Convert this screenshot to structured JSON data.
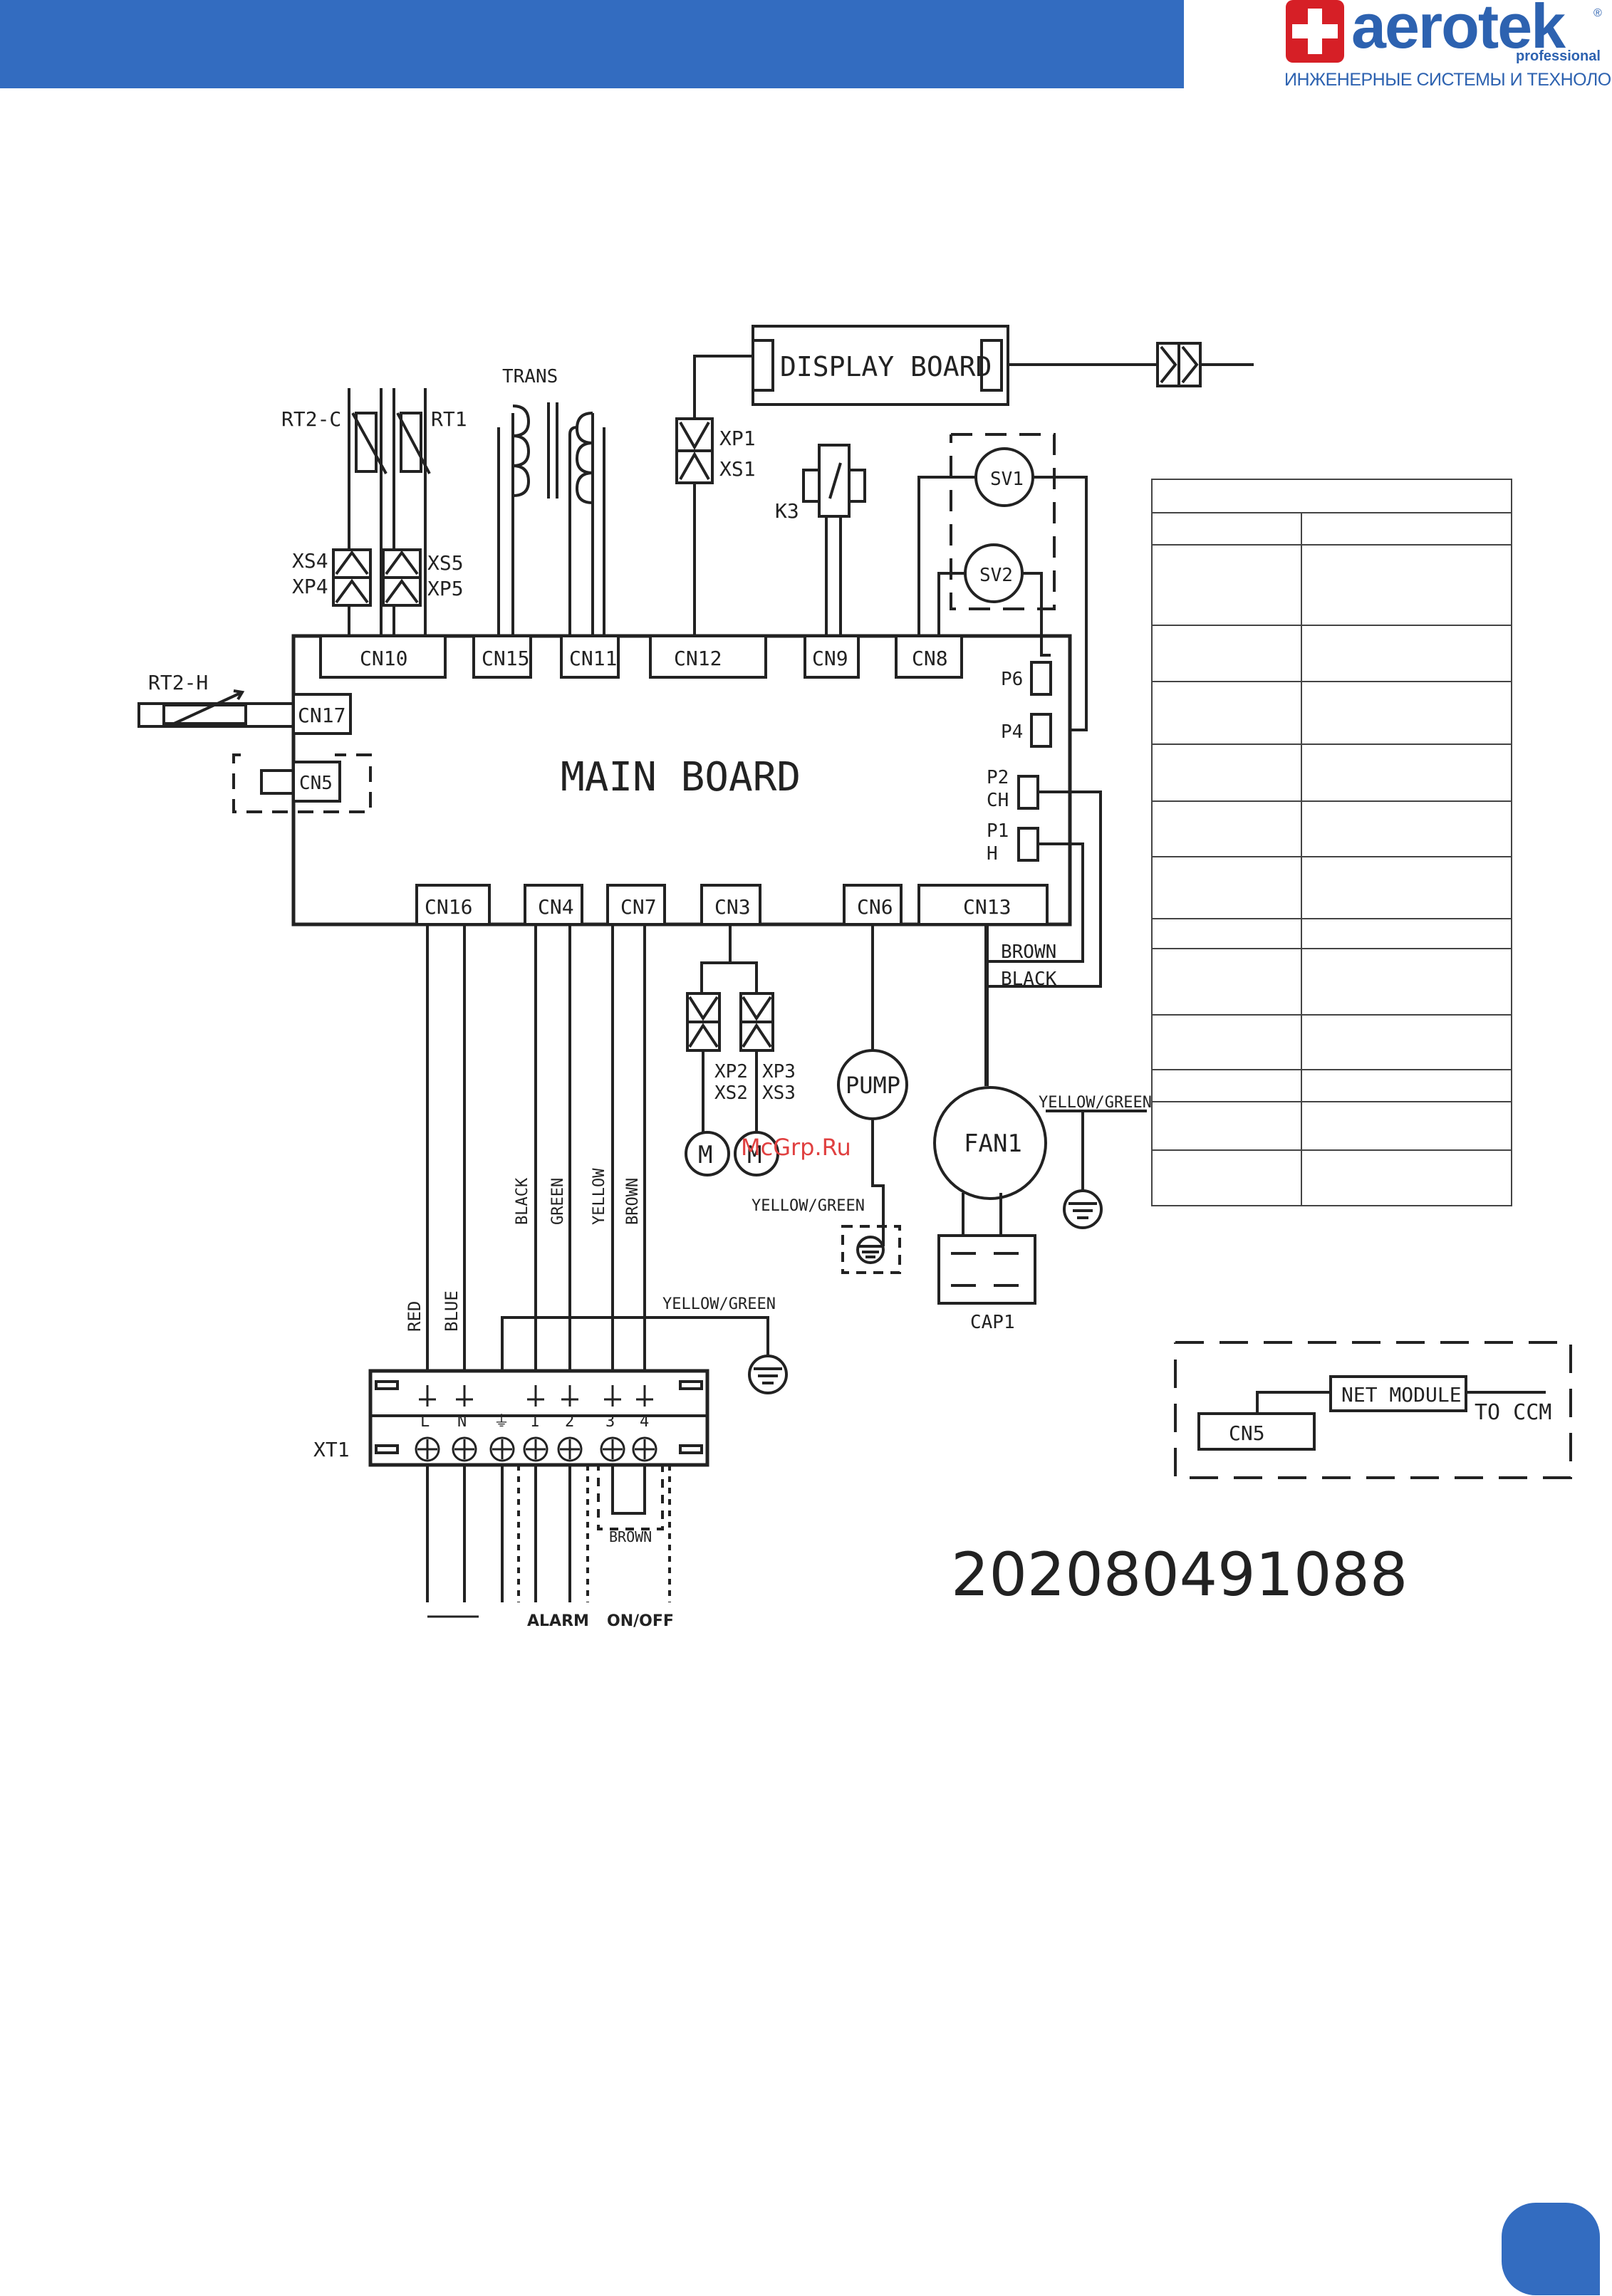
{
  "header": {
    "brand": "aerotek",
    "brand_sub": "professional",
    "reg_mark": "®",
    "tagline": "ИНЖЕНЕРНЫЕ СИСТЕМЫ И ТЕХНОЛОГИИ",
    "colors": {
      "bar": "#336cc0",
      "logo_red": "#d61f26",
      "logo_blue": "#2d62b0"
    }
  },
  "diagram": {
    "display_board": "DISPLAY BOARD",
    "main_board": "MAIN BOARD",
    "trans": "TRANS",
    "sensors": {
      "rt2c": "RT2-C",
      "rt1": "RT1",
      "rt2h": "RT2-H"
    },
    "plugs": {
      "xs4": "XS4",
      "xp4": "XP4",
      "xs5": "XS5",
      "xp5": "XP5",
      "xp1": "XP1",
      "xs1": "XS1",
      "xp2": "XP2",
      "xs2": "XS2",
      "xp3": "XP3",
      "xs3": "XS3"
    },
    "relay": "K3",
    "valves": {
      "sv1": "SV1",
      "sv2": "SV2"
    },
    "connectors_top": {
      "cn10": "CN10",
      "cn15": "CN15",
      "cn11": "CN11",
      "cn12": "CN12",
      "cn9": "CN9",
      "cn8": "CN8"
    },
    "connectors_left": {
      "cn17": "CN17",
      "cn5": "CN5"
    },
    "connectors_right": {
      "p6": "P6",
      "p4": "P4",
      "p2": "P2",
      "ch": "CH",
      "p1": "P1",
      "h": "H"
    },
    "connectors_bottom": {
      "cn16": "CN16",
      "cn4": "CN4",
      "cn7": "CN7",
      "cn3": "CN3",
      "cn6": "CN6",
      "cn13": "CN13"
    },
    "wire_colors": {
      "brown": "BROWN",
      "black": "BLACK",
      "red": "RED",
      "blue": "BLUE",
      "green": "GREEN",
      "yellow": "YELLOW",
      "yellow_green": "YELLOW/GREEN"
    },
    "motor": "M",
    "watermark": "McGrp.Ru",
    "pump": "PUMP",
    "fan": "FAN1",
    "cap": "CAP1",
    "terminal": {
      "name": "XT1",
      "labels": [
        "L",
        "N",
        "⏚",
        "1",
        "2",
        "3",
        "4"
      ]
    },
    "bottom_labels": {
      "alarm": "ALARM",
      "onoff": "ON/OFF"
    },
    "net": {
      "cn5": "CN5",
      "module": "NET MODULE",
      "to_ccm": "TO CCM"
    },
    "serial": "202080491088"
  }
}
